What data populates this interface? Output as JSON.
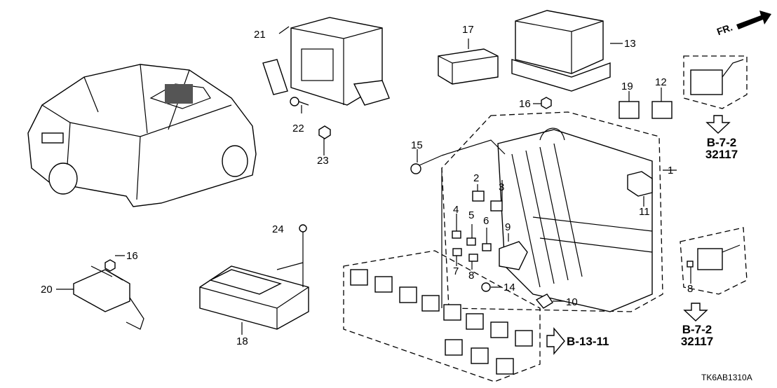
{
  "diagram": {
    "type": "exploded parts diagram",
    "orientation_label": "FR.",
    "diagram_code": "TK6AB1310A",
    "callouts": [
      {
        "id": "c1",
        "label": "1"
      },
      {
        "id": "c2",
        "label": "2"
      },
      {
        "id": "c3",
        "label": "3"
      },
      {
        "id": "c4",
        "label": "4"
      },
      {
        "id": "c5",
        "label": "5"
      },
      {
        "id": "c6",
        "label": "6"
      },
      {
        "id": "c7",
        "label": "7"
      },
      {
        "id": "c8a",
        "label": "8"
      },
      {
        "id": "c8b",
        "label": "8"
      },
      {
        "id": "c9",
        "label": "9"
      },
      {
        "id": "c10",
        "label": "10"
      },
      {
        "id": "c11",
        "label": "11"
      },
      {
        "id": "c12",
        "label": "12"
      },
      {
        "id": "c13",
        "label": "13"
      },
      {
        "id": "c14",
        "label": "14"
      },
      {
        "id": "c15",
        "label": "15"
      },
      {
        "id": "c16a",
        "label": "16"
      },
      {
        "id": "c16b",
        "label": "16"
      },
      {
        "id": "c17",
        "label": "17"
      },
      {
        "id": "c18",
        "label": "18"
      },
      {
        "id": "c19",
        "label": "19"
      },
      {
        "id": "c20",
        "label": "20"
      },
      {
        "id": "c21",
        "label": "21"
      },
      {
        "id": "c22",
        "label": "22"
      },
      {
        "id": "c23",
        "label": "23"
      },
      {
        "id": "c24",
        "label": "24"
      }
    ],
    "references": [
      {
        "line1": "B-7-2",
        "line2": "32117"
      },
      {
        "line1": "B-7-2",
        "line2": "32117"
      },
      {
        "line1": "B-13-11",
        "line2": ""
      }
    ]
  }
}
